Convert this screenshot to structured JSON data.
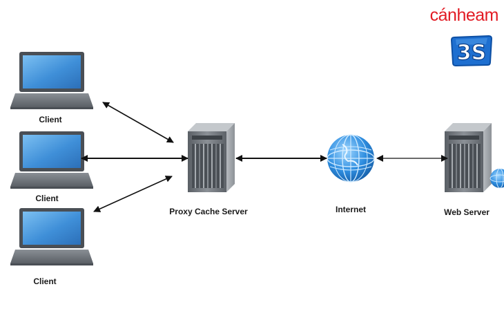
{
  "diagram": {
    "nodes": {
      "client_1": {
        "label": "Client"
      },
      "client_2": {
        "label": "Client"
      },
      "client_3": {
        "label": "Client"
      },
      "proxy": {
        "label": "Proxy Cache Server"
      },
      "internet": {
        "label": "Internet"
      },
      "web_server": {
        "label": "Web Server"
      }
    },
    "edges": [
      {
        "from": "client_1",
        "to": "proxy",
        "direction": "both"
      },
      {
        "from": "client_2",
        "to": "proxy",
        "direction": "both"
      },
      {
        "from": "client_3",
        "to": "proxy",
        "direction": "both"
      },
      {
        "from": "proxy",
        "to": "internet",
        "direction": "both"
      },
      {
        "from": "internet",
        "to": "web_server",
        "direction": "both"
      }
    ]
  },
  "branding": {
    "logo_text": "cánheam",
    "badge_text": "3S",
    "logo_color": "#e21b24",
    "badge_color": "#1e6fd0"
  },
  "colors": {
    "arrow": "#111111",
    "laptop_frame": "#4a4f55",
    "laptop_screen": "#3f8fd8",
    "server_body": "#6d7278",
    "globe": "#2a86d8"
  }
}
